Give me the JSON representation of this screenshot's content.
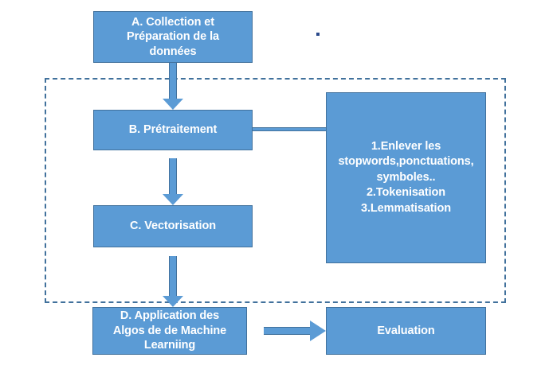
{
  "diagram": {
    "title_dot_artifact": "",
    "nodes": {
      "a": {
        "label": "A.          Collection et\nPréparation de la\ndonnées"
      },
      "b": {
        "label": "B.          Prétraitement"
      },
      "c": {
        "label": "C.          Vectorisation"
      },
      "d": {
        "label": "D.          Application des\nAlgos de de Machine\nLearniing"
      },
      "evaluation": {
        "label": "Evaluation"
      },
      "detail": {
        "label": "1.Enlever les\nstopwords,ponctuations,\nsymboles..\n2.Tokenisation\n3.Lemmatisation"
      }
    },
    "detail_steps": [
      "1.Enlever les stopwords,ponctuations, symboles..",
      "2.Tokenisation",
      "3.Lemmatisation"
    ],
    "edges": [
      {
        "from": "a",
        "to": "b",
        "kind": "arrow-down"
      },
      {
        "from": "b",
        "to": "c",
        "kind": "arrow-down"
      },
      {
        "from": "c",
        "to": "d",
        "kind": "arrow-down"
      },
      {
        "from": "d",
        "to": "evaluation",
        "kind": "arrow-right"
      },
      {
        "from": "b",
        "to": "detail",
        "kind": "line"
      }
    ],
    "group": {
      "style": "dashed",
      "label": ""
    },
    "colors": {
      "box_fill": "#5B9BD5",
      "box_border": "#41719C",
      "box_text": "#FFFFFF",
      "dashed_border": "#41719C",
      "background": "#FFFFFF",
      "dot": "#2B4A8B"
    }
  }
}
